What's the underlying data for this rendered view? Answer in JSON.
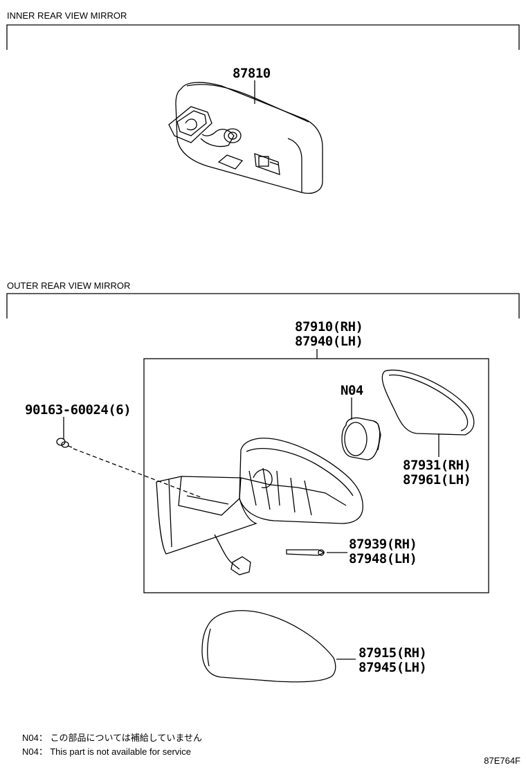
{
  "sections": {
    "inner": "INNER REAR VIEW MIRROR",
    "outer": "OUTER REAR VIEW MIRROR"
  },
  "parts": {
    "p87810": "87810",
    "p87910": "87910(RH)",
    "p87940": "87940(LH)",
    "p90163": "90163-60024(6)",
    "pN04": "N04",
    "p87931": "87931(RH)",
    "p87961": "87961(LH)",
    "p87939": "87939(RH)",
    "p87948": "87948(LH)",
    "p87915": "87915(RH)",
    "p87945": "87945(LH)"
  },
  "notes": {
    "jp": "N04： この部品については補給していません",
    "en": "N04： This part is not available for service"
  },
  "diagram_code": "87E764F"
}
